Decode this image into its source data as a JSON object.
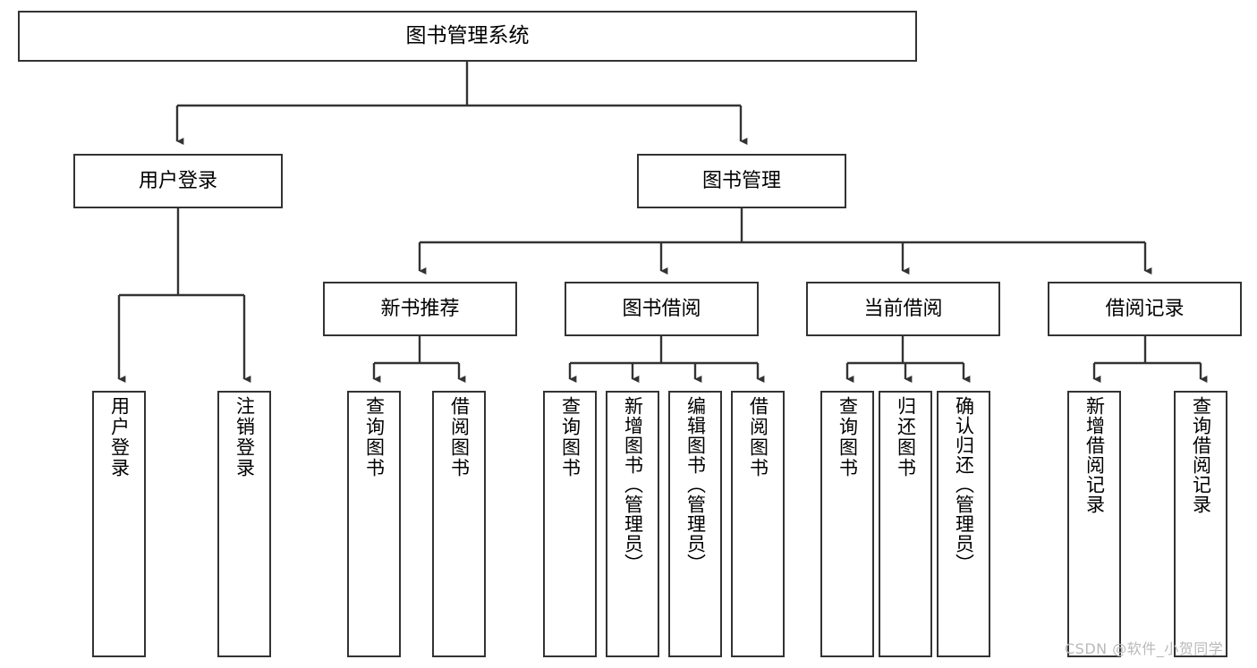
{
  "diagram": {
    "title": "图书管理系统",
    "type": "function-structure-tree",
    "watermark": "CSDN @软件_小贺同学",
    "colors": {
      "background": "#ffffff",
      "box_border": "#333333",
      "box_fill": "#ffffff",
      "edge": "#333333",
      "text": "#000000",
      "watermark": "#b9b9b9"
    },
    "root": {
      "label": "图书管理系统"
    },
    "level1": [
      {
        "label": "用户登录"
      },
      {
        "label": "图书管理"
      }
    ],
    "level2": [
      {
        "label": "新书推荐"
      },
      {
        "label": "图书借阅"
      },
      {
        "label": "当前借阅"
      },
      {
        "label": "借阅记录"
      }
    ],
    "leaves": {
      "user_login": [
        {
          "label": "用户登录"
        },
        {
          "label": "注销登录"
        }
      ],
      "new_book_recommend": [
        {
          "label": "查询图书"
        },
        {
          "label": "借阅图书"
        }
      ],
      "book_borrow": [
        {
          "label": "查询图书"
        },
        {
          "label": "新增图书（管理员）"
        },
        {
          "label": "编辑图书（管理员）"
        },
        {
          "label": "借阅图书"
        }
      ],
      "current_borrow": [
        {
          "label": "查询图书"
        },
        {
          "label": "归还图书"
        },
        {
          "label": "确认归还（管理员）"
        }
      ],
      "borrow_record": [
        {
          "label": "新增借阅记录"
        },
        {
          "label": "查询借阅记录"
        }
      ]
    }
  }
}
